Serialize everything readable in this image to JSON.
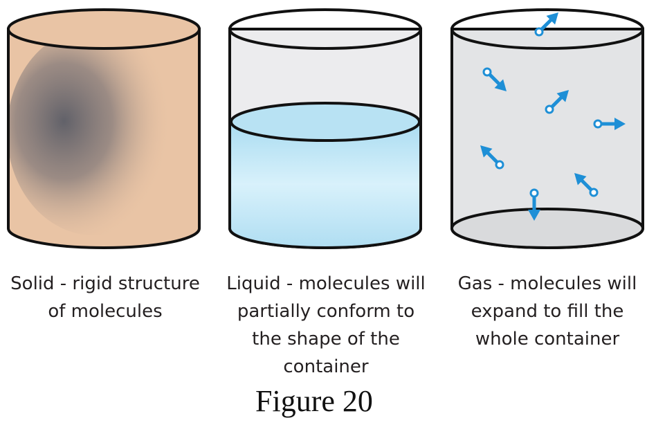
{
  "containers": [
    {
      "state": "solid",
      "caption_lines": [
        "Solid - rigid structure",
        "of molecules"
      ],
      "fill_color": "#e9c4a5",
      "shadow_color": "#555a66"
    },
    {
      "state": "liquid",
      "caption_lines": [
        "Liquid - molecules will",
        "partially conform to",
        "the shape of the",
        "container"
      ],
      "fill_color": "#b8e2f3",
      "empty_color": "#ececee"
    },
    {
      "state": "gas",
      "caption_lines": [
        "Gas - molecules will",
        "expand to fill the",
        "whole container"
      ],
      "fill_color": "#e3e4e6",
      "molecule_color": "#1e8fd6",
      "molecule_directions": [
        "up-right",
        "down-right",
        "up-right",
        "right",
        "up-left",
        "up-left",
        "down"
      ]
    }
  ],
  "figure_label": "Figure 20",
  "outline_color": "#111111"
}
